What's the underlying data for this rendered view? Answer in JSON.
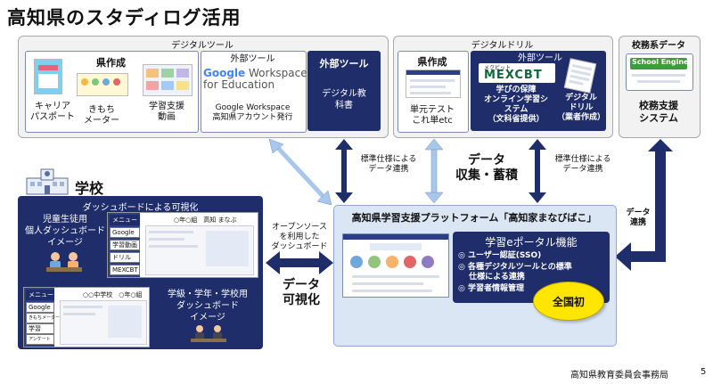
{
  "title": "高知県のスタディログ活用",
  "digital_tools": {
    "label": "デジタルツール",
    "prefecture": {
      "title": "県作成",
      "items": [
        {
          "label": "キャリア\nパスポート"
        },
        {
          "label": "きもち\nメーター"
        },
        {
          "label": "学習支援\n動画"
        }
      ]
    },
    "google": {
      "title": "外部ツール",
      "logo_google": "Google",
      "logo_ws1": "Workspace",
      "logo_ws2": "for Education",
      "caption": "Google Workspace\n高知県アカウント発行"
    },
    "textbook": {
      "title": "外部ツール",
      "caption": "デジタル教\n科書"
    }
  },
  "digital_drill": {
    "label": "デジタルドリル",
    "prefecture": {
      "title": "県作成",
      "caption": "単元テスト\nこれ単etc"
    },
    "external": {
      "title": "外部ツール",
      "mexcbt_small": "メクビット",
      "mexcbt_logo": "MEXCBT",
      "mexcbt_caption": "学びの保障\nオンライン学習シ\nステム\n（文科省提供）",
      "vendor_caption": "デジタル\nドリル\n（業者作成）"
    }
  },
  "admin_data": {
    "label": "校務系データ",
    "logo": "School Engine",
    "caption": "校務支援\nシステム"
  },
  "arrows": {
    "std_left": "標準仕様による\nデータ連携",
    "collect": "データ\n収集・蓄積",
    "std_right": "標準仕様による\nデータ連携",
    "data_link": "データ\n連携",
    "oss": "オープンソース\nを利用した\nダッシュボード",
    "visualize": "データ\n可視化"
  },
  "school": {
    "label": "学校",
    "dashboard_title": "ダッシュボードによる可視化",
    "student_caption": "児童生徒用\n個人ダッシュボード\nイメージ",
    "class_caption": "学級・学年・学校用\nダッシュボード\nイメージ",
    "menu1": {
      "header": "メニュー",
      "items": [
        "Google",
        "学習動画",
        "ドリル",
        "MEXCBT"
      ],
      "heading": "○年○組　高知 まなぶ"
    },
    "menu2": {
      "header": "メニュー",
      "items": [
        "Google",
        "きもちメーター",
        "学習",
        "アンケート"
      ],
      "heading": "○○中学校　○年○組"
    }
  },
  "platform": {
    "title": "高知県学習支援プラットフォーム「高知家まなびばこ」",
    "portal_title": "学習eポータル機能",
    "features": [
      "◎ ユーザー認証(SSO)",
      "◎ 各種デジタルツールとの標準\n　 仕様による連携",
      "◎ 学習者情報管理"
    ],
    "badge": "全国初"
  },
  "footer": {
    "org": "高知県教育委員会事務局",
    "page": "5"
  },
  "colors": {
    "navy": "#1f2d6b",
    "light_blue_arrow": "#a9c7ea",
    "badge": "#ffe600"
  }
}
